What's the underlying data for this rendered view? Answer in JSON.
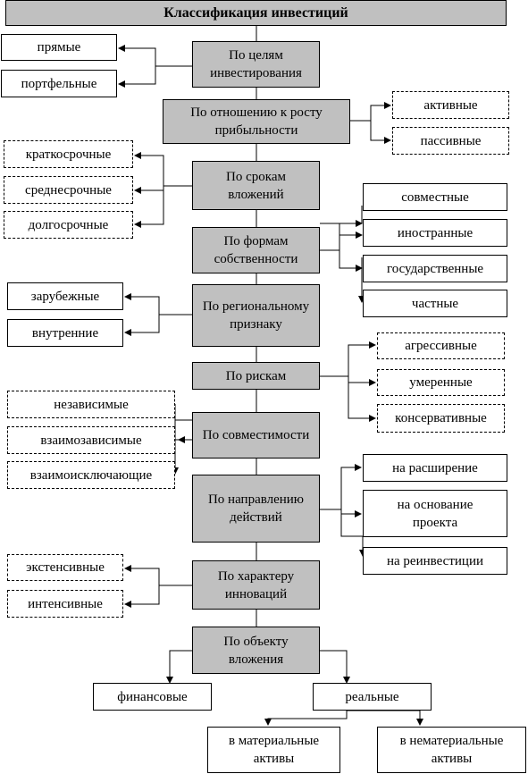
{
  "title": "Классификация инвестиций",
  "criteria": {
    "goals": "По целям инвестирования",
    "profit": "По отношению к росту прибыльности",
    "terms": "По срокам вложений",
    "ownership": "По формам собственности",
    "regional": "По региональному признаку",
    "risks": "По рискам",
    "compat": "По совместимости",
    "direction": "По направлению действий",
    "innovation": "По характеру инноваций",
    "object": "По объекту вложения"
  },
  "types": {
    "goals": [
      "прямые",
      "портфельные"
    ],
    "profit": [
      "активные",
      "пассивные"
    ],
    "terms": [
      "краткосрочные",
      "среднесрочные",
      "долгосрочные"
    ],
    "ownership": [
      "совместные",
      "иностранные",
      "государственные",
      "частные"
    ],
    "regional": [
      "зарубежные",
      "внутренние"
    ],
    "risks": [
      "агрессивные",
      "умеренные",
      "консервативные"
    ],
    "compat": [
      "независимые",
      "взаимозависимые",
      "взаимоисключающие"
    ],
    "direction": [
      "на расширение",
      "на основание проекта",
      "на реинвестиции"
    ],
    "innovation": [
      "экстенсивные",
      "интенсивные"
    ],
    "object": [
      "финансовые",
      "реальные"
    ],
    "real": [
      "в материальные активы",
      "в нематериальные активы"
    ]
  }
}
